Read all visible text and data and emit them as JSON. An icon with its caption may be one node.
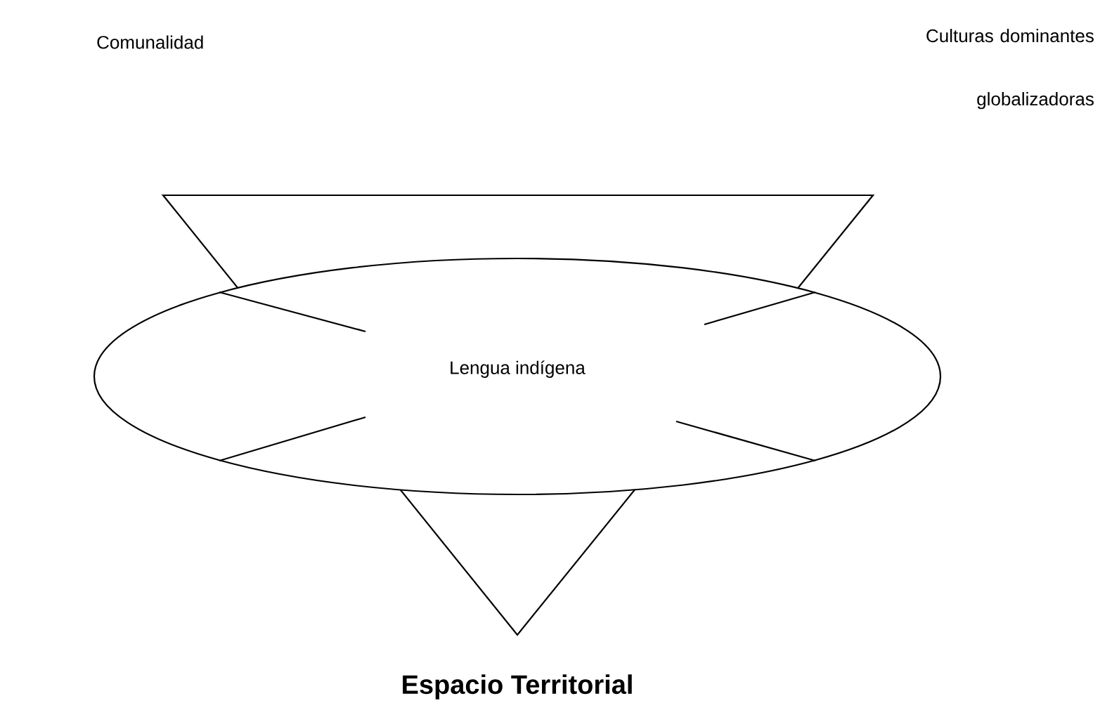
{
  "diagram": {
    "caption": "Espacio Territorial",
    "nodes": [
      {
        "text": [],
        "shape": "triangle"
      },
      {
        "text": [
          "Lengua indígena"
        ]
      }
    ],
    "labels": [
      "Comunalidad",
      "Culturas dominantes globalizadoras"
    ]
  }
}
